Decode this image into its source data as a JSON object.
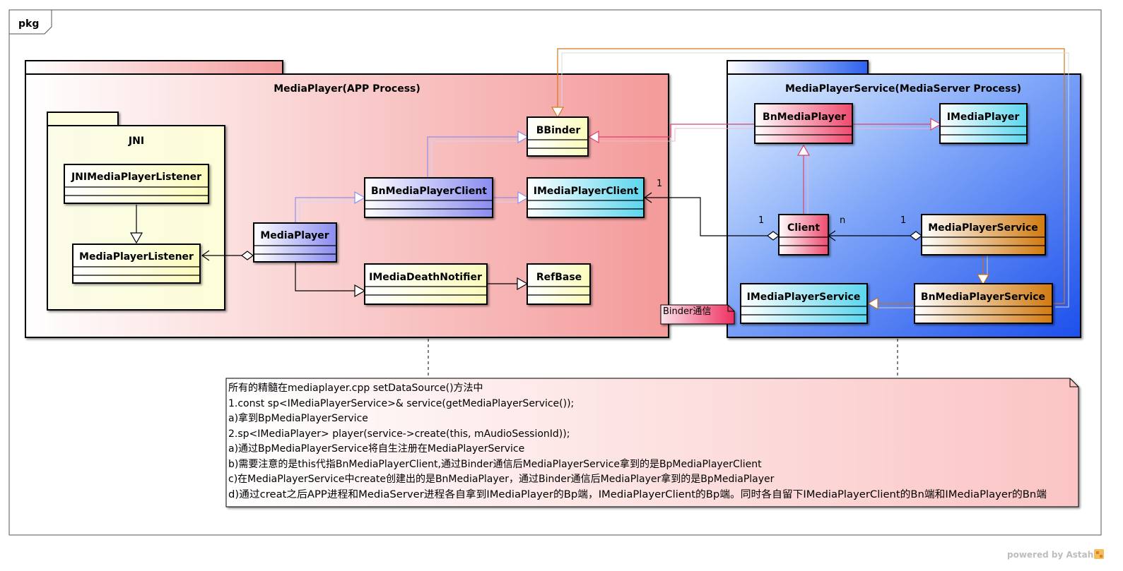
{
  "frame": {
    "label": "pkg"
  },
  "packages": {
    "app": {
      "title": "MediaPlayer(APP Process)"
    },
    "jni": {
      "title": "JNI"
    },
    "server": {
      "title": "MediaPlayerService(MediaServer Process)"
    }
  },
  "classes": {
    "jni_listener": "JNIMediaPlayerListener",
    "listener": "MediaPlayerListener",
    "media_player": "MediaPlayer",
    "bn_client": "BnMediaPlayerClient",
    "death_notifier": "IMediaDeathNotifier",
    "bbinder": "BBinder",
    "i_client": "IMediaPlayerClient",
    "refbase": "RefBase",
    "bn_media_player": "BnMediaPlayer",
    "i_media_player": "IMediaPlayer",
    "client": "Client",
    "service": "MediaPlayerService",
    "i_service": "IMediaPlayerService",
    "bn_service": "BnMediaPlayerService"
  },
  "multiplicities": {
    "iclient_end": "1",
    "client_left": "1",
    "client_right": "n",
    "service_left": "1"
  },
  "binder_note": "Binder通信",
  "note_lines": [
    "所有的精髓在mediaplayer.cpp setDataSource()方法中",
    "1.const sp<IMediaPlayerService>& service(getMediaPlayerService());",
    "a)拿到BpMediaPlayerService",
    "2.sp<IMediaPlayer> player(service->create(this, mAudioSessionId));",
    "a)通过BpMediaPlayerService将自生注册在MediaPlayerService",
    "b)需要注意的是this代指BnMediaPlayerClient,通过Binder通信后MediaPlayerService拿到的是BpMediaPlayerClient",
    "c)在MediaPlayerService中create创建出的是BnMediaPlayer，通过Binder通信后MediaPlayer拿到的是BpMediaPlayer",
    "d)通过creat之后APP进程和MediaServer进程各自拿到IMediaPlayer的Bp端，IMediaPlayerClient的Bp端。同时各自留下IMediaPlayerClient的Bn端和IMediaPlayer的Bn端"
  ],
  "footer": {
    "powered_by": "powered by Astah"
  },
  "colors": {
    "app_pkg": "#f8a0a0",
    "jni_pkg": "#fdfde0",
    "server_pkg": "#2d63f0",
    "yellow_class": "#fdfdc8",
    "lavender_class": "#8f8ff0",
    "cyan_class": "#6fdcf0",
    "pink_class": "#f05878",
    "orange_class": "#d88820",
    "note_fill": "#fccaca"
  }
}
